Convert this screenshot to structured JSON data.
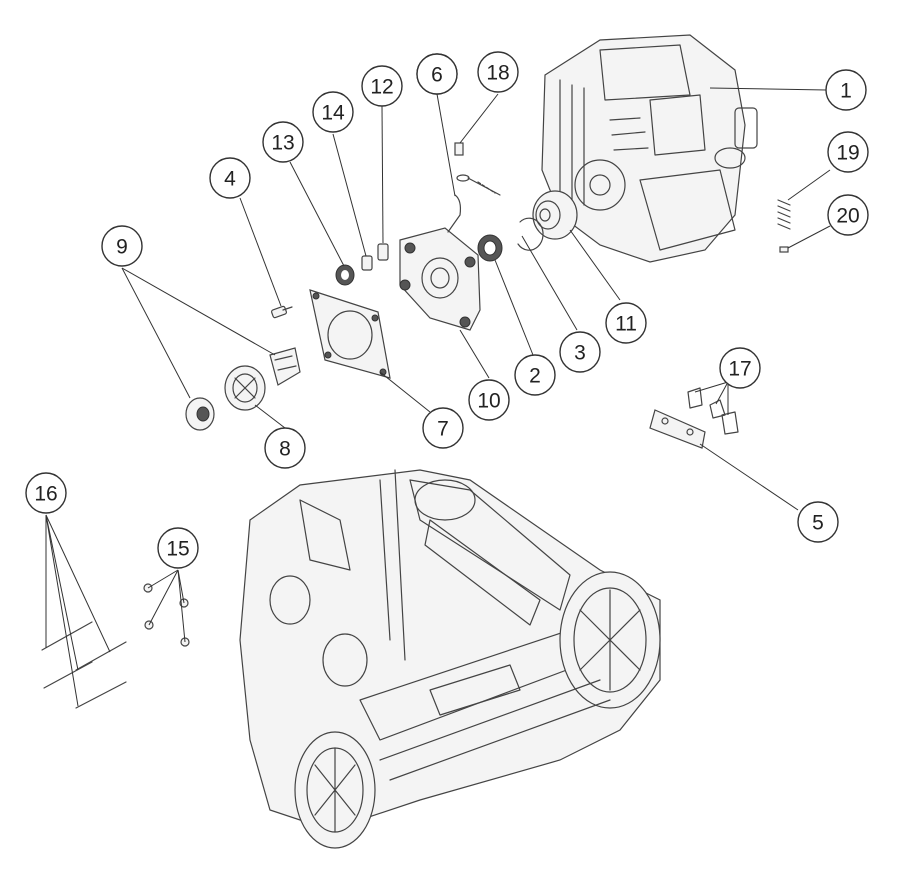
{
  "callouts": [
    {
      "id": "1",
      "label": "1"
    },
    {
      "id": "2",
      "label": "2"
    },
    {
      "id": "3",
      "label": "3"
    },
    {
      "id": "4",
      "label": "4"
    },
    {
      "id": "5",
      "label": "5"
    },
    {
      "id": "6",
      "label": "6"
    },
    {
      "id": "7",
      "label": "7"
    },
    {
      "id": "8",
      "label": "8"
    },
    {
      "id": "9",
      "label": "9"
    },
    {
      "id": "10",
      "label": "10"
    },
    {
      "id": "11",
      "label": "11"
    },
    {
      "id": "12",
      "label": "12"
    },
    {
      "id": "13",
      "label": "13"
    },
    {
      "id": "14",
      "label": "14"
    },
    {
      "id": "15",
      "label": "15"
    },
    {
      "id": "16",
      "label": "16"
    },
    {
      "id": "17",
      "label": "17"
    },
    {
      "id": "18",
      "label": "18"
    },
    {
      "id": "19",
      "label": "19"
    },
    {
      "id": "20",
      "label": "20"
    }
  ],
  "highlighted_callout": "6",
  "colors": {
    "highlight": "#e02020",
    "line": "#333333",
    "background": "#ffffff"
  }
}
